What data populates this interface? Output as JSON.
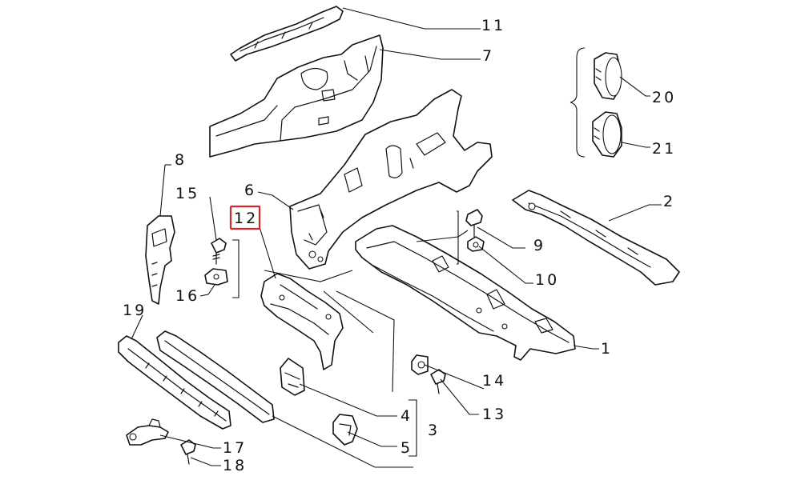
{
  "callouts": {
    "c1": "1",
    "c2": "2",
    "c3": "3",
    "c4": "4",
    "c5": "5",
    "c6": "6",
    "c7": "7",
    "c8": "8",
    "c9": "9",
    "c10": "10",
    "c11": "11",
    "c12": "12",
    "c13": "13",
    "c14": "14",
    "c15": "15",
    "c16": "16",
    "c17": "17",
    "c18": "18",
    "c19": "19",
    "c20": "20",
    "c21": "21"
  },
  "highlight": {
    "callout": "12",
    "color": "#d9232d"
  },
  "colors": {
    "line": "#111111",
    "background": "#ffffff"
  }
}
